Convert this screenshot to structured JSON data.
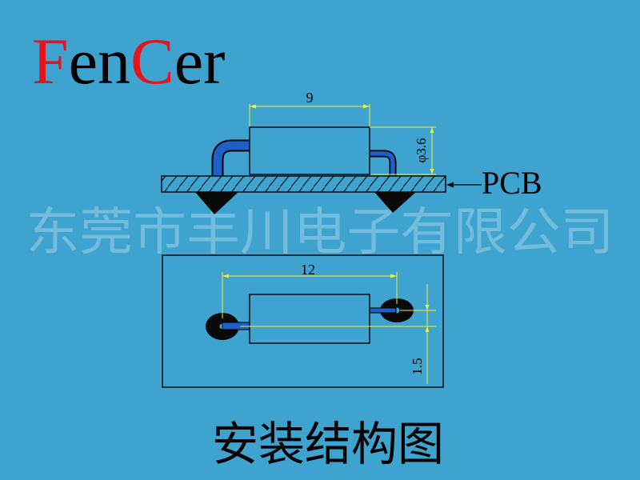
{
  "logo": {
    "letters": [
      "F",
      "en",
      "C",
      "er"
    ],
    "accent_color": "#e8141c",
    "text_color": "#000000"
  },
  "side_view": {
    "width_label": "9",
    "diameter_label": "φ3.6",
    "pcb_label": "PCB"
  },
  "top_view": {
    "pitch_label": "12",
    "offset_label": "1.5"
  },
  "watermark": "东莞市丰川电子有限公司",
  "caption": "安装结构图",
  "colors": {
    "background": "#3fa3cf",
    "lead": "#1f5fc8",
    "dimension": "#f2ee3a",
    "outline": "#000000"
  }
}
